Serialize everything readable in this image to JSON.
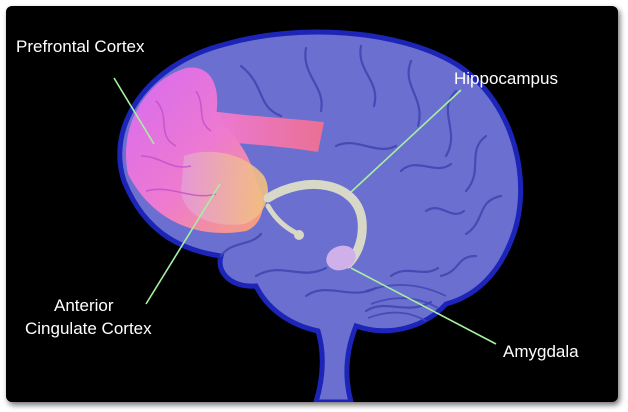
{
  "labels": {
    "prefrontal": "Prefrontal Cortex",
    "hippocampus": "Hippocampus",
    "acc_line1": "Anterior",
    "acc_line2": "Cingulate Cortex",
    "amygdala": "Amygdala"
  },
  "colors": {
    "background": "#000000",
    "brain": "#6b6fcf",
    "brain_outline": "#1c25b8",
    "leader_lines": "#a6f0a0",
    "prefrontal": "#e070f0",
    "cingulate": "#f0a070",
    "hippocampus": "#d8d8c8",
    "amygdala": "#d0b0e8"
  }
}
